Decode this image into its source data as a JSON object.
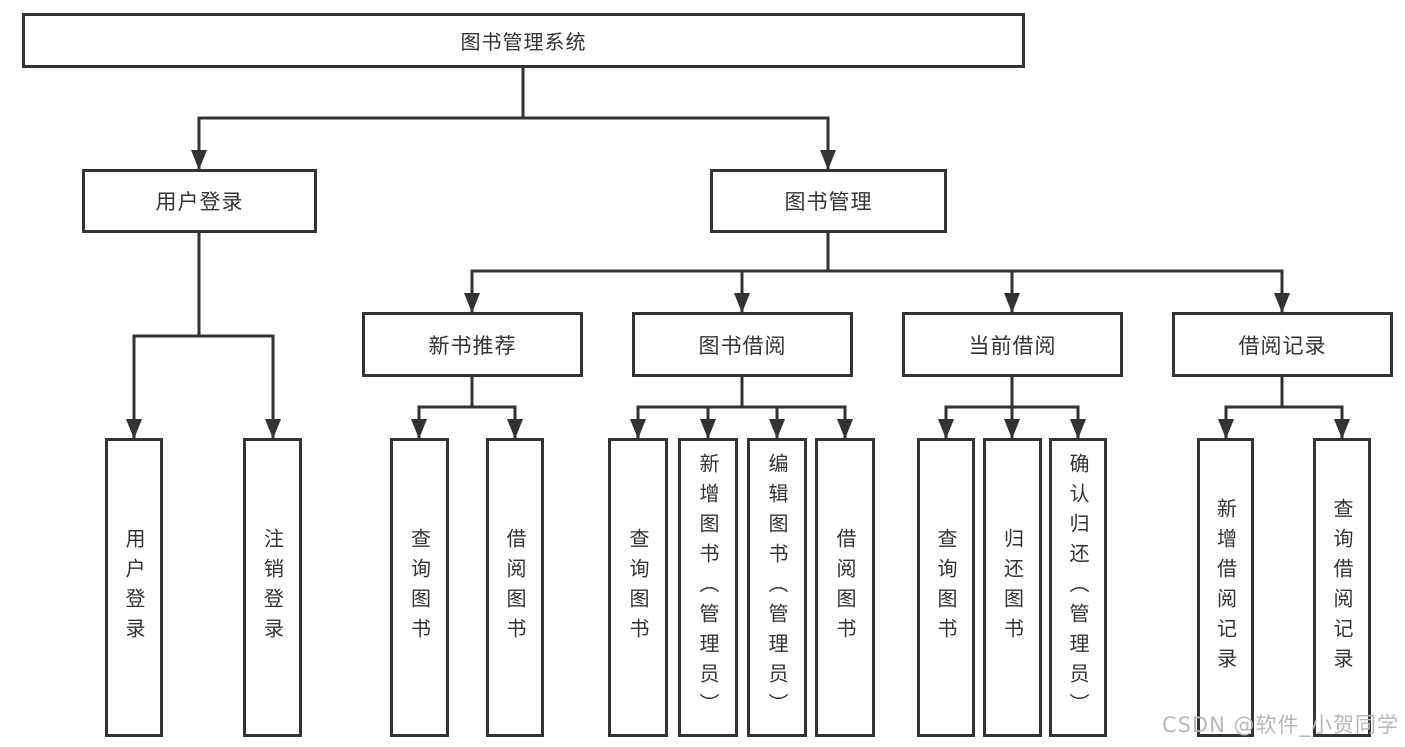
{
  "page": {
    "background": "#ffffff"
  },
  "colors": {
    "line": "#333333",
    "box_border": "#333333",
    "text": "#333333",
    "watermark": "#b8b8b8"
  },
  "diagram": {
    "type": "function-tree",
    "nodes": {
      "root": {
        "label": "图书管理系统"
      },
      "user_login": {
        "label": "用户登录"
      },
      "book_mgmt": {
        "label": "图书管理"
      },
      "new_book_rec": {
        "label": "新书推荐"
      },
      "book_borrow": {
        "label": "图书借阅"
      },
      "current_borrow": {
        "label": "当前借阅"
      },
      "borrow_records": {
        "label": "借阅记录"
      },
      "ul_login": {
        "label": "用户登录"
      },
      "ul_logout": {
        "label": "注销登录"
      },
      "nb_query": {
        "label": "查询图书"
      },
      "nb_borrow": {
        "label": "借阅图书"
      },
      "bb_query": {
        "label": "查询图书"
      },
      "bb_add": {
        "label": "新增图书（管理员）"
      },
      "bb_edit": {
        "label": "编辑图书（管理员）"
      },
      "bb_borrow": {
        "label": "借阅图书"
      },
      "cb_query": {
        "label": "查询图书"
      },
      "cb_return": {
        "label": "归还图书"
      },
      "cb_confirm": {
        "label": "确认归还（管理员）"
      },
      "br_add": {
        "label": "新增借阅记录"
      },
      "br_query": {
        "label": "查询借阅记录"
      }
    },
    "edges": [
      [
        "root",
        "user_login"
      ],
      [
        "root",
        "book_mgmt"
      ],
      [
        "user_login",
        "ul_login"
      ],
      [
        "user_login",
        "ul_logout"
      ],
      [
        "book_mgmt",
        "new_book_rec"
      ],
      [
        "book_mgmt",
        "book_borrow"
      ],
      [
        "book_mgmt",
        "current_borrow"
      ],
      [
        "book_mgmt",
        "borrow_records"
      ],
      [
        "new_book_rec",
        "nb_query"
      ],
      [
        "new_book_rec",
        "nb_borrow"
      ],
      [
        "book_borrow",
        "bb_query"
      ],
      [
        "book_borrow",
        "bb_add"
      ],
      [
        "book_borrow",
        "bb_edit"
      ],
      [
        "book_borrow",
        "bb_borrow"
      ],
      [
        "current_borrow",
        "cb_query"
      ],
      [
        "current_borrow",
        "cb_return"
      ],
      [
        "current_borrow",
        "cb_confirm"
      ],
      [
        "borrow_records",
        "br_add"
      ],
      [
        "borrow_records",
        "br_query"
      ]
    ]
  },
  "watermark": {
    "text": "CSDN @软件_小贺同学"
  }
}
